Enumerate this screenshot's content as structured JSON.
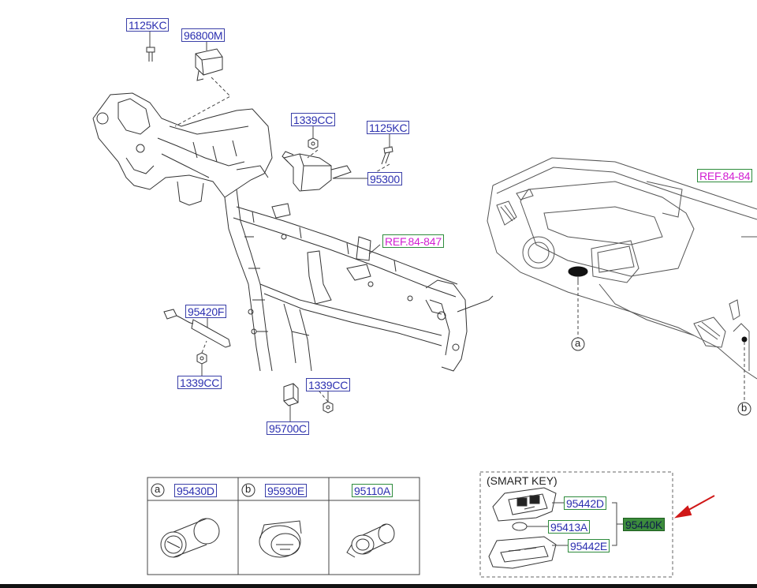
{
  "labels": {
    "p1125kc_a": "1125KC",
    "p96800m": "96800M",
    "p1339cc_a": "1339CC",
    "p1125kc_b": "1125KC",
    "p95300": "95300",
    "ref_a": "REF.84-847",
    "ref_b": "REF.84-84",
    "p95420f": "95420F",
    "p1339cc_b": "1339CC",
    "p1339cc_c": "1339CC",
    "p95700c": "95700C",
    "callout_a": "a",
    "callout_b": "b"
  },
  "table": {
    "cells": [
      {
        "key": "a",
        "part": "95430D"
      },
      {
        "key": "b",
        "part": "95930E"
      },
      {
        "key": "",
        "part": "95110A"
      }
    ]
  },
  "smart_key": {
    "title": "(SMART KEY)",
    "parts": [
      "95442D",
      "95413A",
      "95442E"
    ],
    "assembly": "95440K"
  },
  "colors": {
    "label_border": "#3a3fa8",
    "label_text": "#2b2fb0",
    "ref_text": "#d21fd2",
    "highlight": "#3c8c3c",
    "arrow": "#d01818"
  }
}
